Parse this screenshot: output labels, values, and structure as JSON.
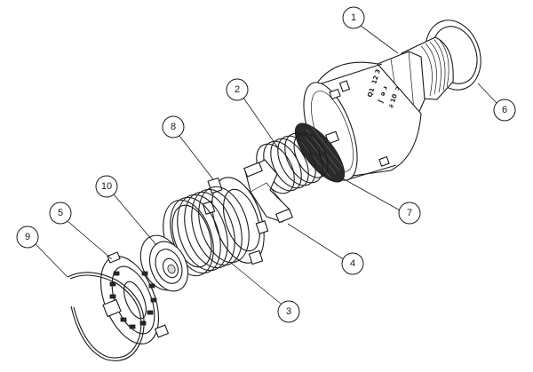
{
  "diagram": {
    "callouts": [
      {
        "id": "callout-1",
        "label": "1"
      },
      {
        "id": "callout-2",
        "label": "2"
      },
      {
        "id": "callout-3",
        "label": "3"
      },
      {
        "id": "callout-4",
        "label": "4"
      },
      {
        "id": "callout-5",
        "label": "5"
      },
      {
        "id": "callout-6",
        "label": "6"
      },
      {
        "id": "callout-7",
        "label": "7"
      },
      {
        "id": "callout-8",
        "label": "8"
      },
      {
        "id": "callout-9",
        "label": "9"
      },
      {
        "id": "callout-10",
        "label": "10"
      }
    ],
    "housing_engraving": [
      "Q1  12 3",
      "ʃ  ǝ ɹ",
      "∂ 10  ɔ"
    ]
  }
}
